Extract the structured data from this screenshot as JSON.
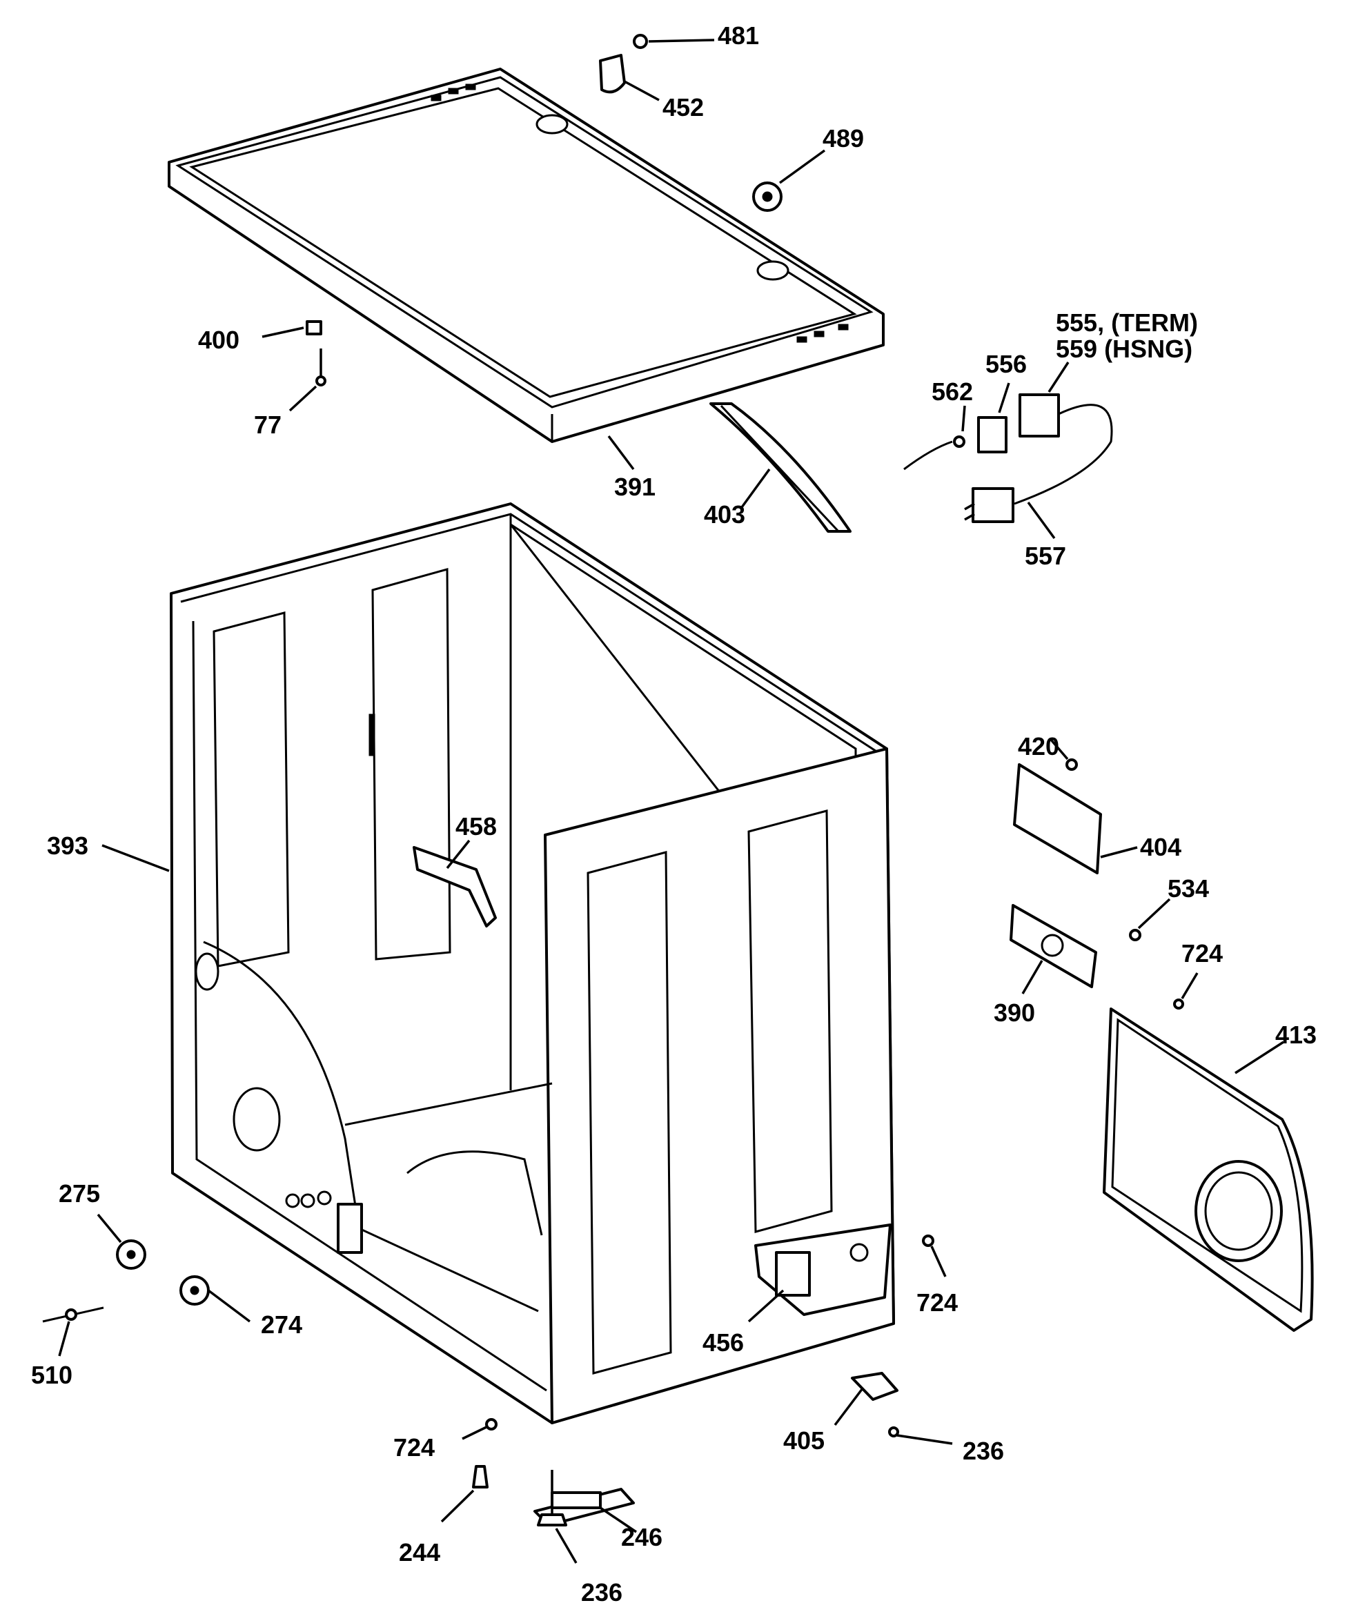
{
  "diagram": {
    "callouts": {
      "p481": "481",
      "p452": "452",
      "p489": "489",
      "p400": "400",
      "p77": "77",
      "p391": "391",
      "p403": "403",
      "p556": "556",
      "p555": "555, (TERM)",
      "p559": "559  (HSNG)",
      "p562": "562",
      "p557": "557",
      "p393": "393",
      "p458": "458",
      "p420": "420",
      "p404": "404",
      "p534": "534",
      "p390": "390",
      "p724a": "724",
      "p413": "413",
      "p275": "275",
      "p274": "274",
      "p510": "510",
      "p724b": "724",
      "p456": "456",
      "p724c": "724",
      "p405": "405",
      "p236a": "236",
      "p246": "246",
      "p244": "244",
      "p236b": "236"
    }
  }
}
